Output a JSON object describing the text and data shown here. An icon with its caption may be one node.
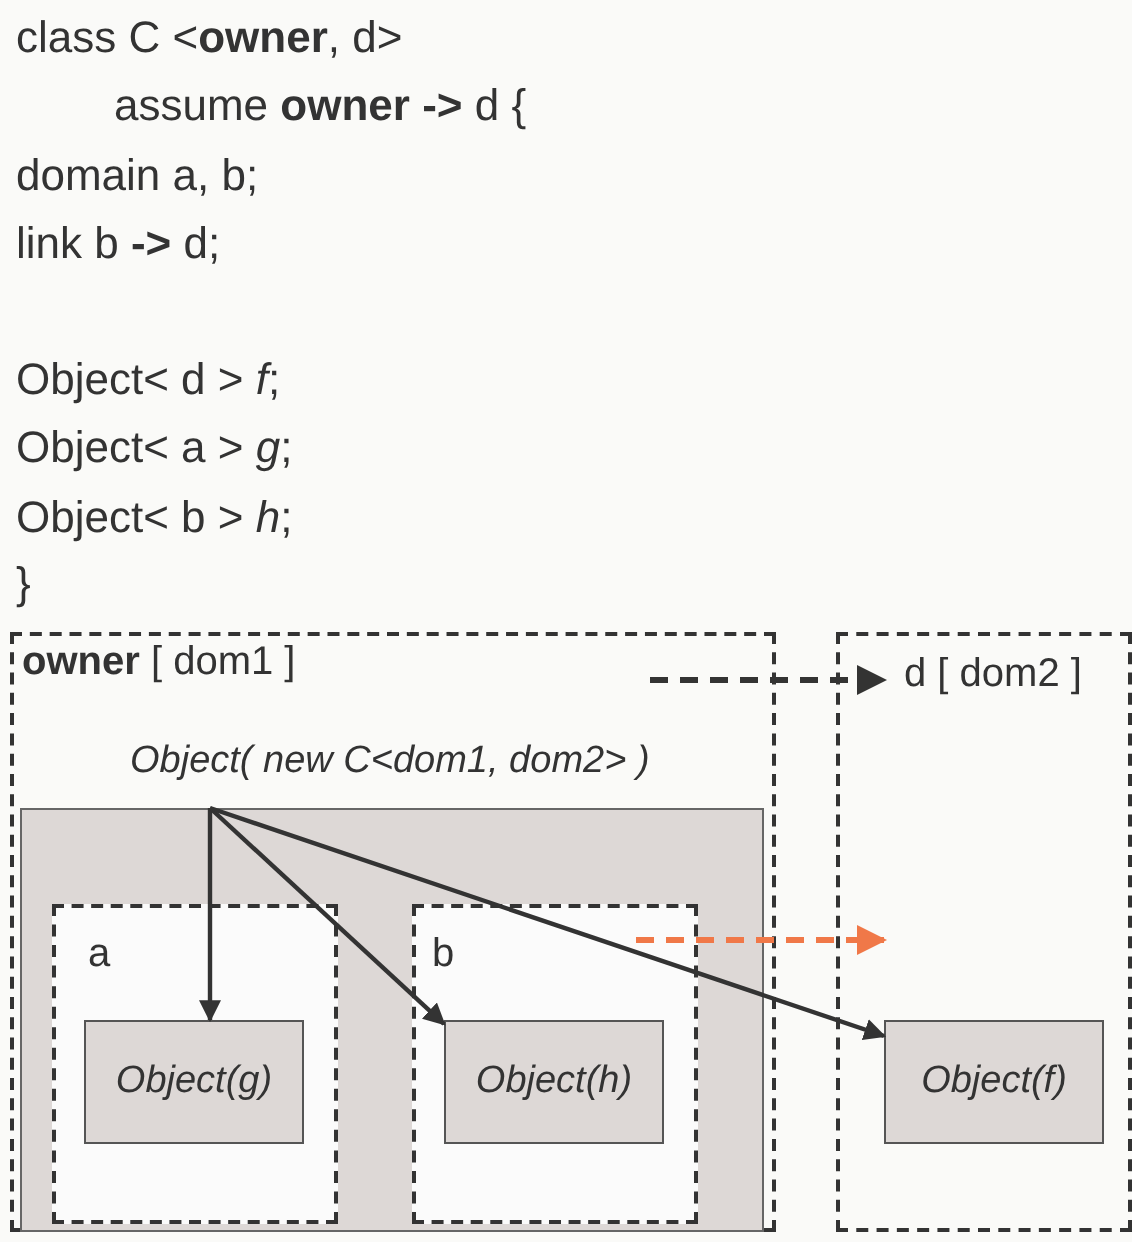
{
  "diagram": {
    "nodes": [
      {
        "text": [
          "**owner** [ dom1 ]"
        ]
      },
      {
        "text": [
          "d [ dom2 ]"
        ]
      },
      {
        "text": [
          "Object( new C<dom1, dom2> )"
        ],
        "in": 0
      },
      {
        "text": [
          "a"
        ],
        "in": 2
      },
      {
        "text": [
          "Object(g)"
        ],
        "in": 3
      },
      {
        "text": [
          "b"
        ],
        "in": 2
      },
      {
        "text": [
          "Object(h)"
        ],
        "in": 5
      },
      {
        "text": [
          "Object(f)"
        ],
        "in": 1
      }
    ],
    "edges": [
      {
        "from": 0,
        "to": 1,
        "arrow": "to",
        "style": "dashed"
      },
      {
        "from": 5,
        "to": 1,
        "arrow": "to",
        "style": "dashed",
        "color": "#f07848"
      },
      {
        "from": 2,
        "to": 4,
        "arrow": "to"
      },
      {
        "from": 2,
        "to": 6,
        "arrow": "to"
      },
      {
        "from": 2,
        "to": 7,
        "arrow": "to"
      }
    ],
    "labels": [
      "class C <**owner**, d>",
      "assume **owner** **->** d {",
      "domain a, b;",
      "link b **->** d;",
      "Object< d > *f*;",
      "Object< a > *g*;",
      "Object< b > *h*;",
      "}"
    ]
  }
}
